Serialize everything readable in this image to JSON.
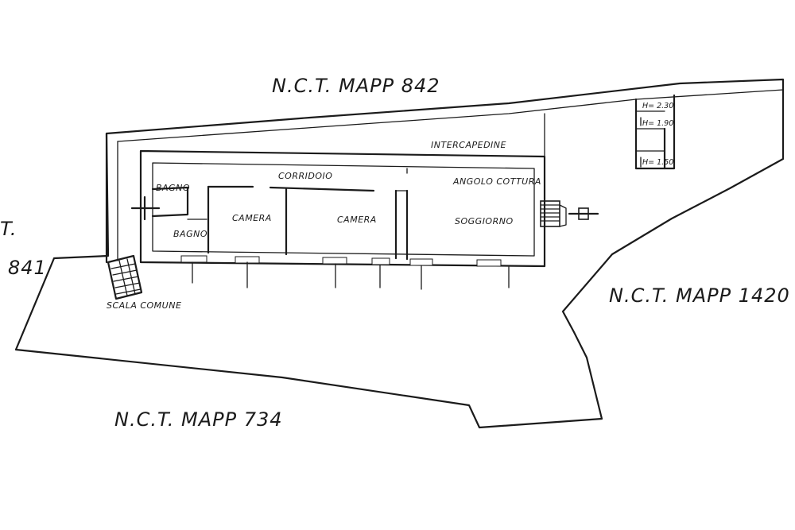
{
  "parcels": {
    "north": "N.C.T. MAPP 842",
    "east": "N.C.T. MAPP 1420",
    "south": "N.C.T. MAPP 734",
    "west_top": "T.",
    "west_bottom": "841"
  },
  "rooms": {
    "intercapedine": "INTERCAPEDINE",
    "corridoio": "CORRIDOIO",
    "angolo_cottura": "ANGOLO COTTURA",
    "bagno_1": "BAGNO",
    "bagno_2": "BAGNO",
    "camera_1": "CAMERA",
    "camera_2": "CAMERA",
    "soggiorno": "SOGGIORNO",
    "scala_comune": "SCALA COMUNE"
  },
  "heights": [
    "H= 2.30",
    "H= 1.90",
    "H= 1.50"
  ]
}
